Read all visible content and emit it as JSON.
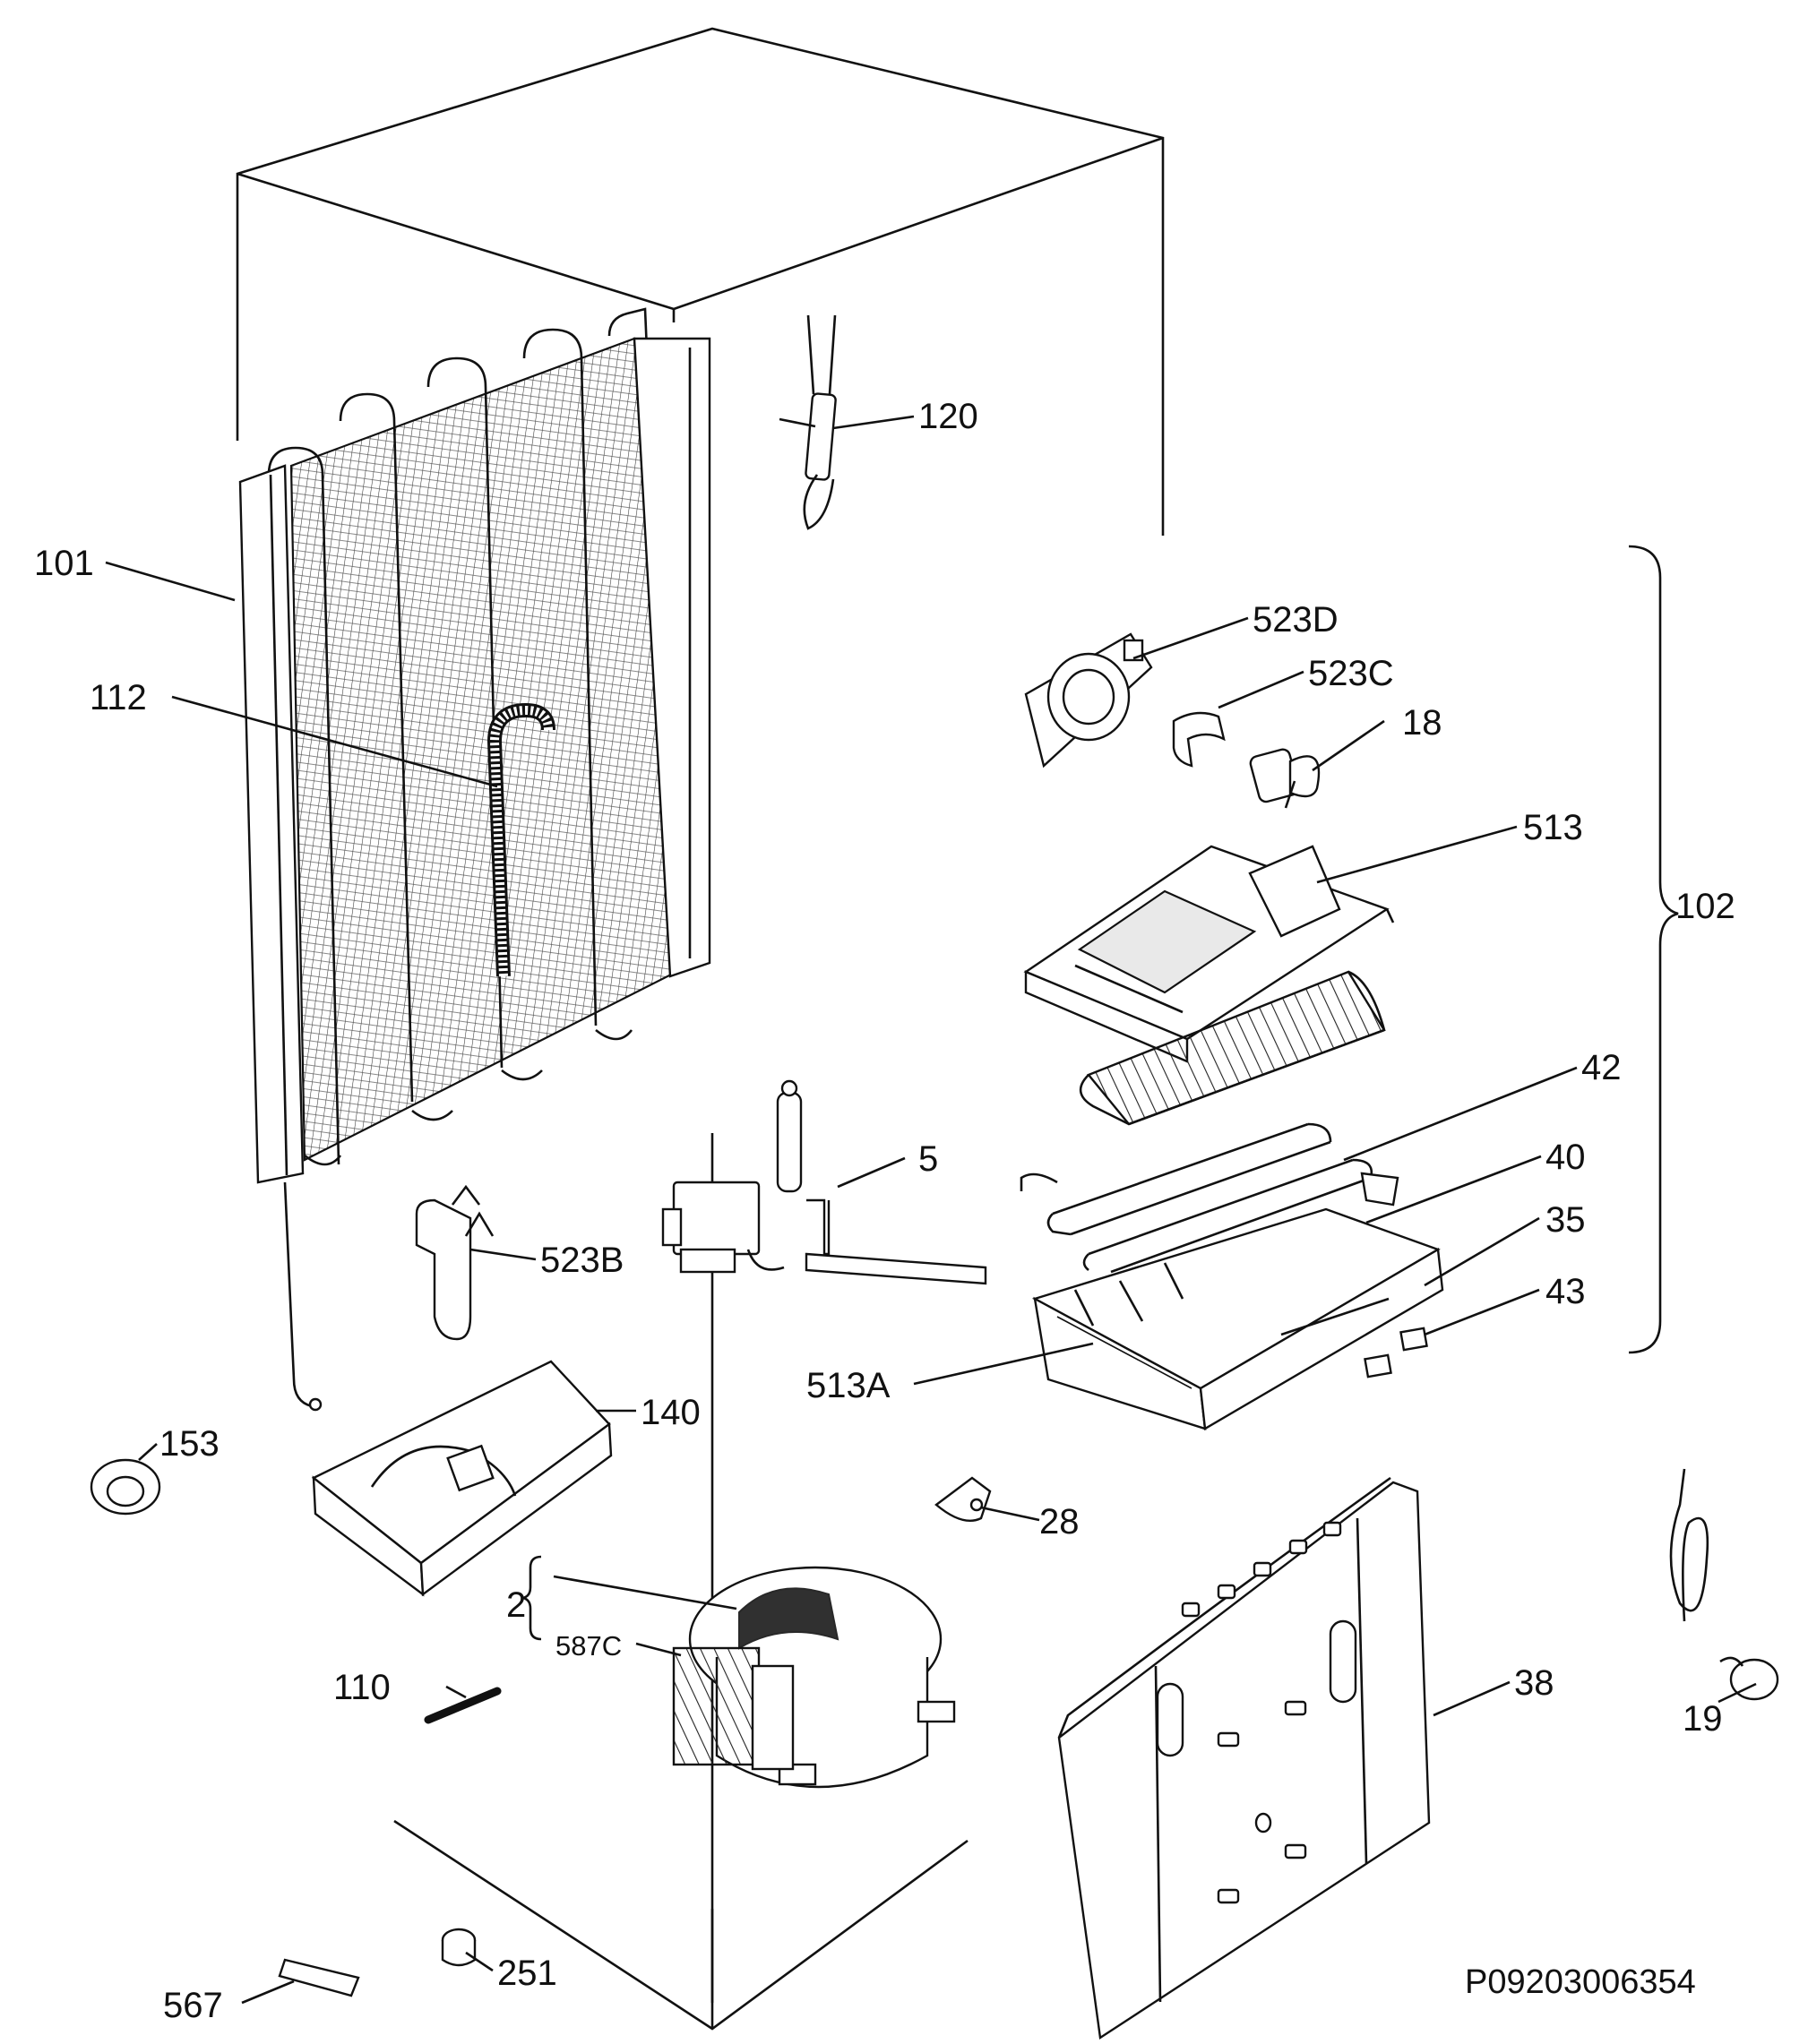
{
  "drawing": {
    "code": "P09203006354",
    "part_labels": {
      "p101": "101",
      "p112": "112",
      "p120": "120",
      "p523d": "523D",
      "p523c": "523C",
      "p18": "18",
      "p513": "513",
      "p102": "102",
      "p42": "42",
      "p5": "5",
      "p40": "40",
      "p35": "35",
      "p43": "43",
      "p523b": "523B",
      "p513a": "513A",
      "p153": "153",
      "p140": "140",
      "p28": "28",
      "p2": "2",
      "p587c": "587C",
      "p110": "110",
      "p38": "38",
      "p19": "19",
      "p567": "567",
      "p251": "251"
    }
  }
}
